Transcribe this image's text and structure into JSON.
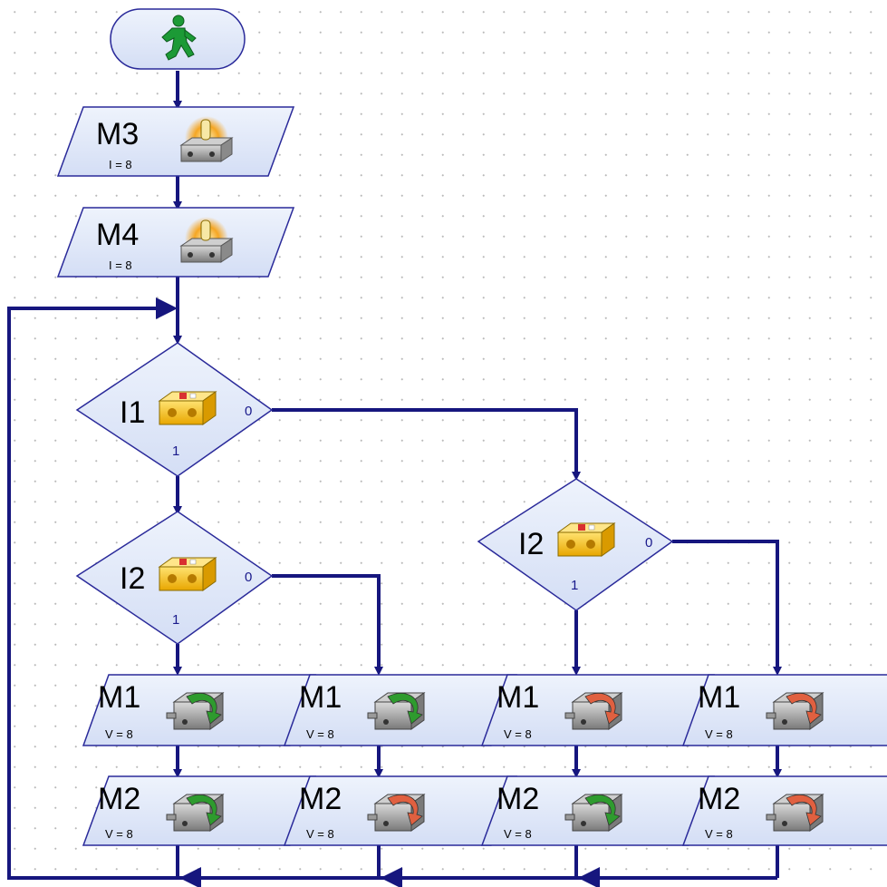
{
  "colors": {
    "line": "#16167e",
    "block_fill": "#d9e3f7",
    "block_stroke": "#2a2a9a",
    "start_fill": "#dfe7f7",
    "figure_green": "#1c9a36",
    "lamp_orange": "#f5a623",
    "switch_yellow": "#f6c21c",
    "motor_grey": "#8c8c8c",
    "arrow_green": "#2e9b2e",
    "arrow_red": "#e06040"
  },
  "start": {
    "icon": "green-walking-man-icon"
  },
  "lamps": [
    {
      "name": "M3",
      "param": "I = 8",
      "icon": "lamp-icon"
    },
    {
      "name": "M4",
      "param": "I = 8",
      "icon": "lamp-icon"
    }
  ],
  "branches": [
    {
      "input": "I1",
      "yes": "1",
      "no": "0",
      "icon": "pushbutton-switch-icon"
    },
    {
      "input": "I2",
      "yes": "1",
      "no": "0",
      "icon": "pushbutton-switch-icon"
    },
    {
      "input": "I2",
      "yes": "1",
      "no": "0",
      "icon": "pushbutton-switch-icon"
    }
  ],
  "motors_row1": [
    {
      "name": "M1",
      "param": "V = 8",
      "direction": "ccw"
    },
    {
      "name": "M1",
      "param": "V = 8",
      "direction": "ccw"
    },
    {
      "name": "M1",
      "param": "V = 8",
      "direction": "cw"
    },
    {
      "name": "M1",
      "param": "V = 8",
      "direction": "cw"
    }
  ],
  "motors_row2": [
    {
      "name": "M2",
      "param": "V = 8",
      "direction": "ccw"
    },
    {
      "name": "M2",
      "param": "V = 8",
      "direction": "cw"
    },
    {
      "name": "M2",
      "param": "V = 8",
      "direction": "ccw"
    },
    {
      "name": "M2",
      "param": "V = 8",
      "direction": "cw"
    }
  ]
}
